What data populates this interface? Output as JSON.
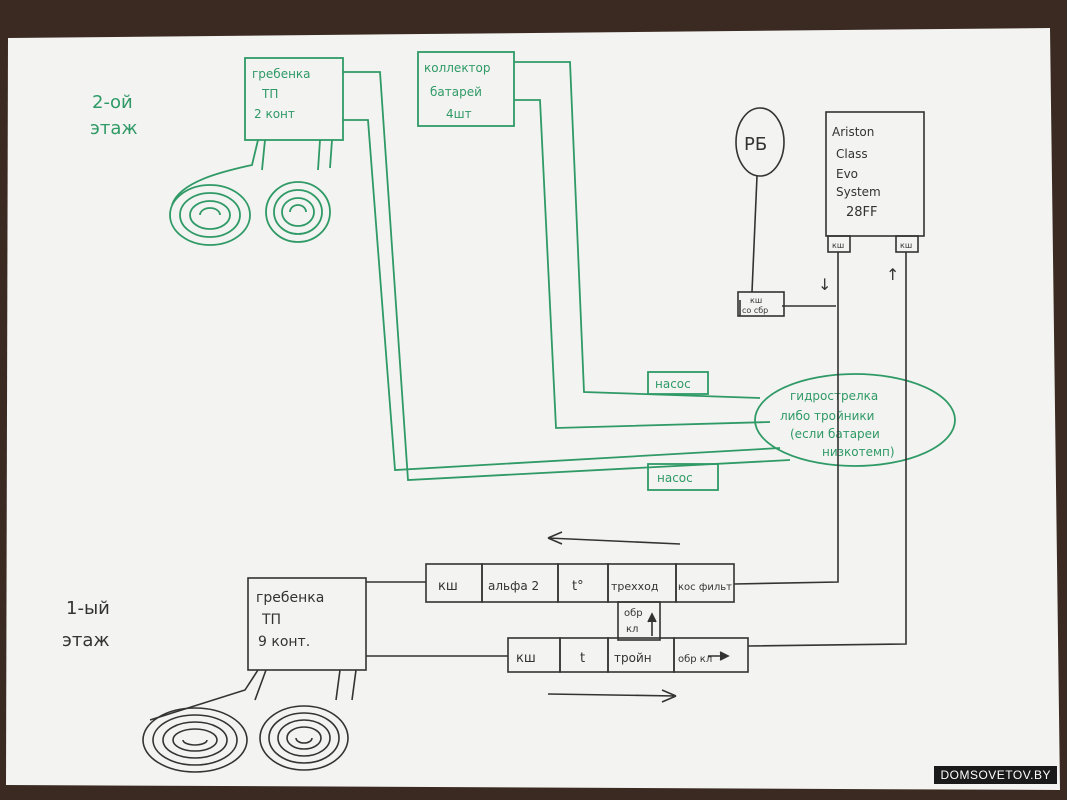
{
  "colors": {
    "paper": "#f3f3f1",
    "background": "#3a2a22",
    "green_ink": "#2f9a66",
    "black_ink": "#333333"
  },
  "floor2": {
    "label_line1": "2-ой",
    "label_line2": "этаж",
    "manifold_tp": [
      "гребенка",
      "ТП",
      "2 конт"
    ],
    "radiator_collector": [
      "коллектор",
      "батарей",
      "4шт"
    ],
    "hydro_arrow": [
      "гидрострелка",
      "либо тройники",
      "(если батареи",
      "низкотемп)"
    ],
    "pump_top": "насос",
    "pump_bottom": "насос"
  },
  "boiler": {
    "name": [
      "Ariston",
      "Class",
      "Evo",
      "System",
      "28FF"
    ],
    "valve_left": "кш",
    "valve_right": "кш",
    "arrow_down": "↓",
    "arrow_up": "↑"
  },
  "expansion_tank": {
    "label": "РБ",
    "valve": [
      "кш",
      "со сбр"
    ]
  },
  "floor1": {
    "label_line1": "1-ый",
    "label_line2": "этаж",
    "manifold_tp": [
      "гребенка",
      "ТП",
      "9 конт."
    ],
    "supply_chain": [
      "кш",
      "альфа 2",
      "t°",
      "трехход",
      "кос фильт"
    ],
    "return_chain": [
      "кш",
      "t",
      "тройн",
      "обр кл"
    ],
    "check_valve_mid": [
      "обр",
      "кл"
    ]
  },
  "watermark": "DOMSOVETOV.BY"
}
